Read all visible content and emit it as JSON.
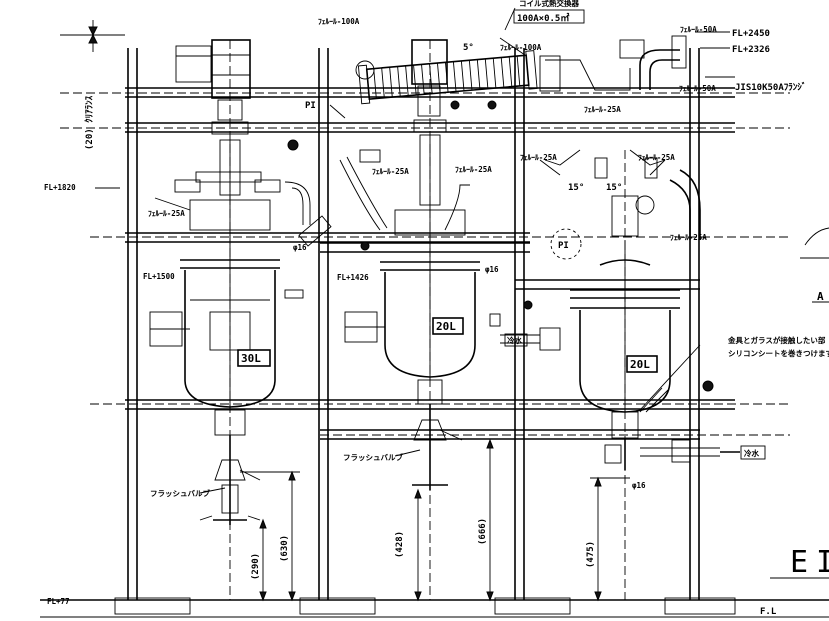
{
  "labels": {
    "coil_hx": "コイル式熱交換器",
    "coil_hx_spec": "100A×0.5㎡",
    "ferrule_50a_a": "ﾌｪﾙｰﾙ-50A",
    "ferrule_50a_b": "ﾌｪﾙｰﾙ-50A",
    "ferrule_100a_a": "ﾌｪﾙｰﾙ-100A",
    "ferrule_100a_b": "ﾌｪﾙｰﾙ-100A",
    "ferrule_25a_left": "ﾌｪﾙｰﾙ-25A",
    "ferrule_25a_mid1": "ﾌｪﾙｰﾙ-25A",
    "ferrule_25a_mid2": "ﾌｪﾙｰﾙ-25A",
    "ferrule_25a_right1": "ﾌｪﾙｰﾙ-25A",
    "ferrule_25a_right2": "ﾌｪﾙｰﾙ-25A",
    "ferrule_25a_right3": "ﾌｪﾙｰﾙ-25A",
    "ferrule_25a_right4": "ﾌｪﾙｰﾙ-25A",
    "angle_5": "5°",
    "angle_15a": "15°",
    "angle_15b": "15°",
    "fl_2450": "FL+2450",
    "fl_2326": "FL+2326",
    "jis_flange": "JIS10K50Aﾌﾗﾝｼﾞ",
    "clearance": "(20) ｸﾘｱﾗﾝｽ",
    "fl_1820": "FL+1820",
    "fl_1500": "FL+1500",
    "fl_1426": "FL+1426",
    "fl_77": "FL+77",
    "fl": "F.L",
    "vessel_30l": "30L",
    "vessel_20l_mid": "20L",
    "vessel_20l_right": "20L",
    "pi_left": "PI",
    "pi_right": "PI",
    "phi16_a": "φ16",
    "phi16_b": "φ16",
    "phi16_c": "φ16",
    "coolant_mid": "冷水",
    "coolant_right": "冷水",
    "flush_valve_left": "フラッシュバルブ",
    "flush_valve_mid": "フラッシュバルブ",
    "note_line1": "金具とガラスが接触したい部",
    "note_line2": "シリコンシートを巻きつけます",
    "dim_290": "(290)",
    "dim_630": "(630)",
    "dim_428": "(428)",
    "dim_666": "(666)",
    "dim_475": "(475)",
    "partial_title": "EI",
    "partial_a": "A"
  }
}
